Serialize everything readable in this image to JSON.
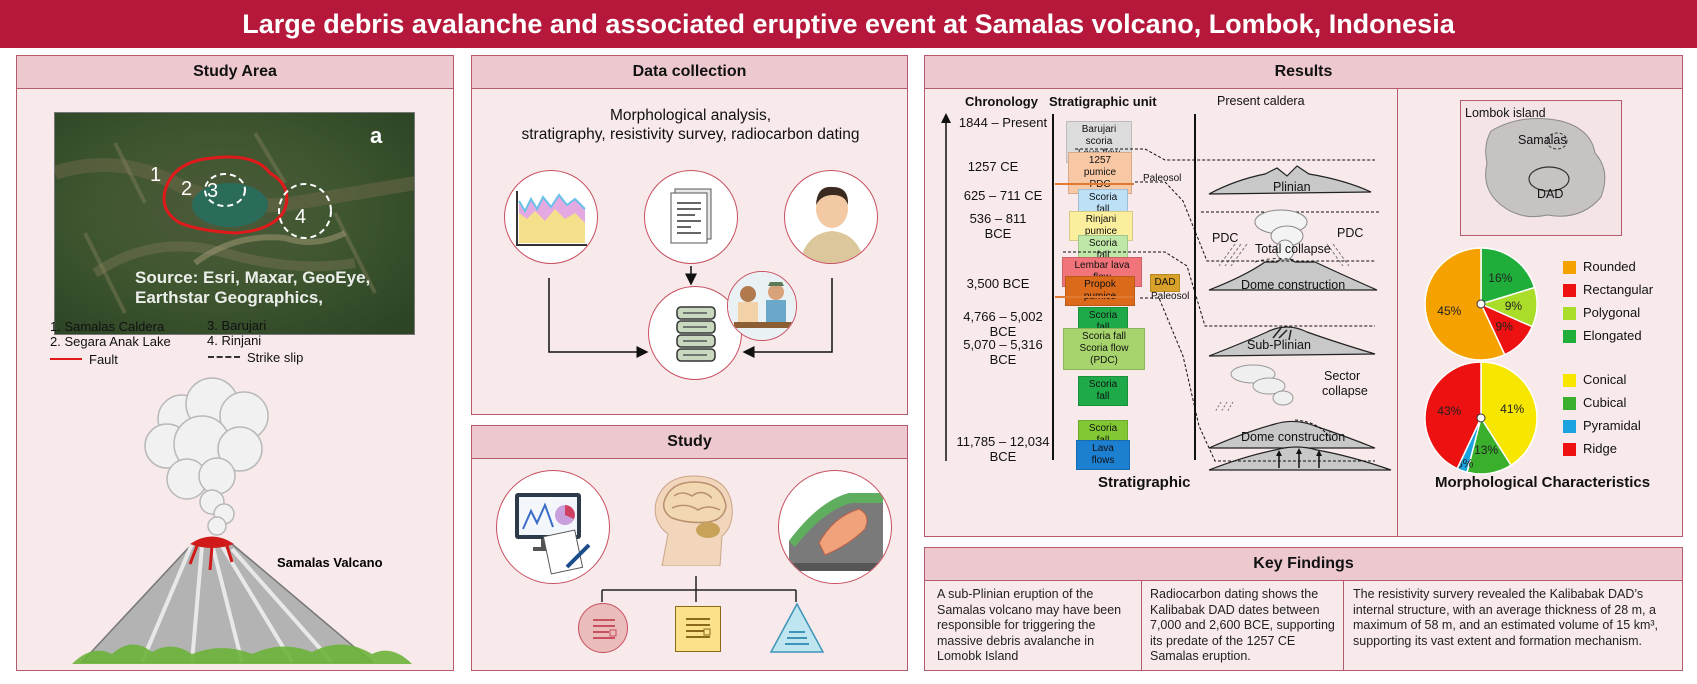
{
  "title": "Large debris avalanche and associated eruptive event at Samalas volcano, Lombok, Indonesia",
  "colors": {
    "accent": "#b5183a",
    "panel_bg": "#f8e9eb",
    "panel_head": "#edc9cf",
    "border": "#b65b6b"
  },
  "study_area": {
    "heading": "Study Area",
    "map_marker": "a",
    "map_numbers": [
      "1",
      "2",
      "3",
      "4"
    ],
    "source": "Source: Esri, Maxar, GeoEye,",
    "source2": "Earthstar Geographics,",
    "legend": [
      "1. Samalas Caldera",
      "2. Segara Anak Lake",
      "3. Barujari",
      "4. Rinjani"
    ],
    "fault": "Fault",
    "strike_slip": "Strike slip",
    "volcano_label": "Samalas Valcano"
  },
  "data_collection": {
    "heading": "Data collection",
    "methods_line1": "Morphological analysis,",
    "methods_line2": "stratigraphy, resistivity survey, radiocarbon dating"
  },
  "study": {
    "heading": "Study"
  },
  "results": {
    "heading": "Results",
    "col_chronology": "Chronology",
    "col_strat": "Stratigraphic unit",
    "chronology": [
      "1844 – Present",
      "1257 CE",
      "625 – 711 CE",
      "536 – 811",
      "BCE",
      "3,500 BCE",
      "4,766 – 5,002",
      "BCE",
      "5,070 – 5,316",
      "BCE",
      "11,785 – 12,034",
      "BCE"
    ],
    "units": {
      "barujari1": "Barujari scoria",
      "barujari2": "Lava flow",
      "pumice1257a": "1257 pumice",
      "pumice1257b": "PDC",
      "paleosol": "Paleosol",
      "scoria_fall": "Scoria fall",
      "rinjani_pumice": "Rinjani pumice",
      "lembar": "Lembar lava flow",
      "propok": "Propok pumice",
      "dad": "DAD",
      "scoria_flow": "Scoria flow (PDC)",
      "lava_flows": "Lava flows"
    },
    "stages": {
      "present_caldera": "Present caldera",
      "plinian": "Plinian",
      "pdc": "PDC",
      "total_collapse": "Total collapse",
      "dome_construction": "Dome construction",
      "sub_plinian": "Sub-Plinian",
      "sector": "Sector",
      "collapse": "collapse"
    },
    "stratigraphic_caption": "Stratigraphic",
    "lombok_island": "Lombok island",
    "samalas": "Samalas",
    "dad": "DAD",
    "morph_caption": "Morphological Characteristics",
    "shape_legend": [
      {
        "label": "Rounded",
        "color": "#f5a200"
      },
      {
        "label": "Rectangular",
        "color": "#ee1111"
      },
      {
        "label": "Polygonal",
        "color": "#a9dd2a"
      },
      {
        "label": "Elongated",
        "color": "#1fae3a"
      }
    ],
    "form_legend": [
      {
        "label": "Conical",
        "color": "#f7e600"
      },
      {
        "label": "Cubical",
        "color": "#3aaf2c"
      },
      {
        "label": "Pyramidal",
        "color": "#1aa3de"
      },
      {
        "label": "Ridge",
        "color": "#ee1111"
      }
    ]
  },
  "chart_data": [
    {
      "type": "pie",
      "categories": [
        "Rounded",
        "Rectangular",
        "Polygonal",
        "Elongated"
      ],
      "values": [
        45,
        9,
        9,
        16
      ],
      "labels": [
        "45%",
        "9%",
        "9%",
        "16%"
      ]
    },
    {
      "type": "pie",
      "categories": [
        "Conical",
        "Cubical",
        "Pyramidal",
        "Ridge"
      ],
      "values": [
        41,
        13,
        3,
        43
      ],
      "labels": [
        "41%",
        "13%",
        "3%",
        "43%"
      ]
    }
  ],
  "key_findings": {
    "heading": "Key Findings",
    "items": [
      "A sub-Plinian eruption of the Samalas volcano may have been responsible for triggering the massive debris avalanche in Lomobk Island",
      "Radiocarbon dating shows the Kalibabak DAD dates between 7,000 and 2,600 BCE, supporting its predate of the 1257 CE Samalas eruption.",
      "The resistivity survery revealed the Kalibabak DAD’s internal structure, with an average thickness of 28 m, a maximum of 58 m, and an estimated volume of 15 km³, supporting its vast extent and formation mechanism."
    ]
  }
}
